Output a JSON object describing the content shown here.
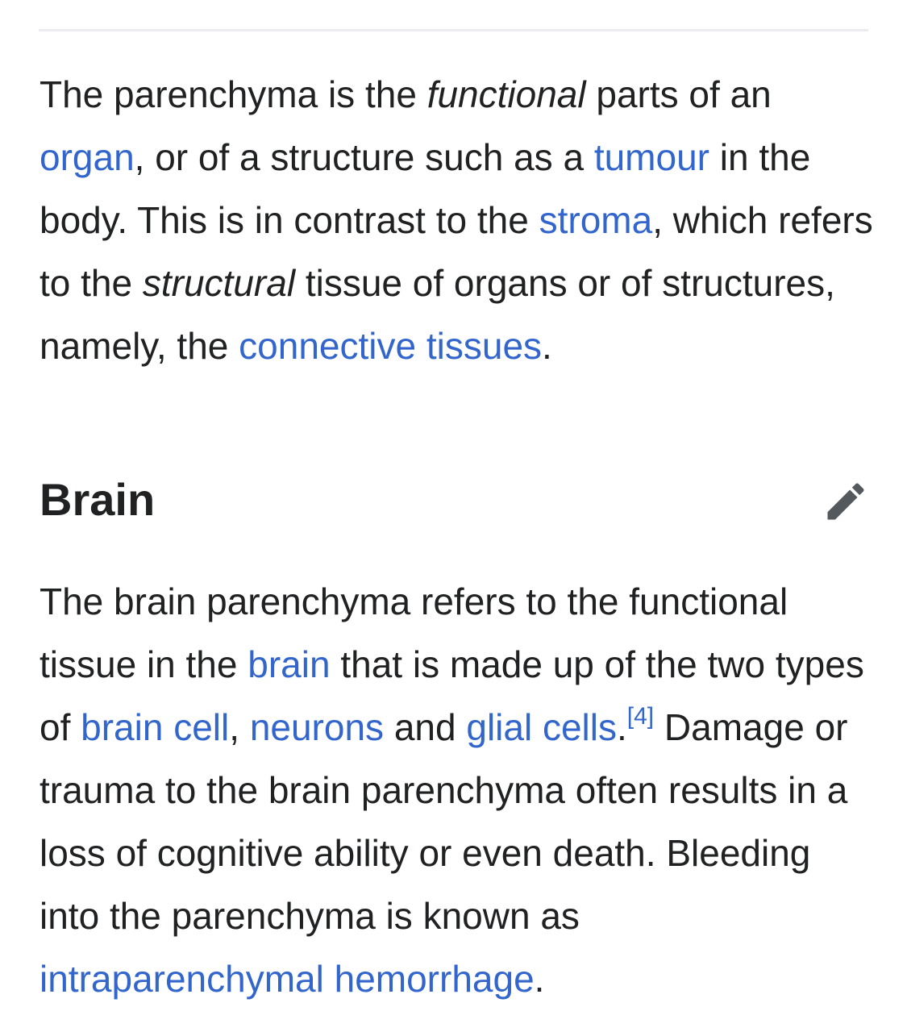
{
  "section_intro": {
    "p1": "The parenchyma is the ",
    "em1": "functional",
    "p2": " parts of an ",
    "link_organ": "organ",
    "p3": ", or of a structure such as a ",
    "link_tumour": "tumour",
    "p4": " in the body. This is in contrast to the ",
    "link_stroma": "stroma",
    "p5": ", which refers to the ",
    "em2": "structural",
    "p6": " tissue of organs or of structures, namely, the ",
    "link_connective": "connective tissues",
    "p7": "."
  },
  "section_brain": {
    "heading": "Brain",
    "edit_icon": "pencil-icon",
    "p1": "The brain parenchyma refers to the functional tissue in the ",
    "link_brain": "brain",
    "p2": " that is made up of the two types of ",
    "link_brain_cell": "brain cell",
    "p3": ", ",
    "link_neurons": "neurons",
    "p4": " and ",
    "link_glial": "glial cells",
    "p5": ".",
    "ref": "[4]",
    "p6": " Damage or trauma to the brain parenchyma often results in a loss of cognitive ability or even death. Bleeding into the parenchyma is known as ",
    "link_hemorrhage": "intraparenchymal hemorrhage",
    "p7": "."
  },
  "colors": {
    "link": "#3366cc",
    "text": "#202122",
    "divider": "#eaecf0",
    "icon": "#54595d"
  }
}
